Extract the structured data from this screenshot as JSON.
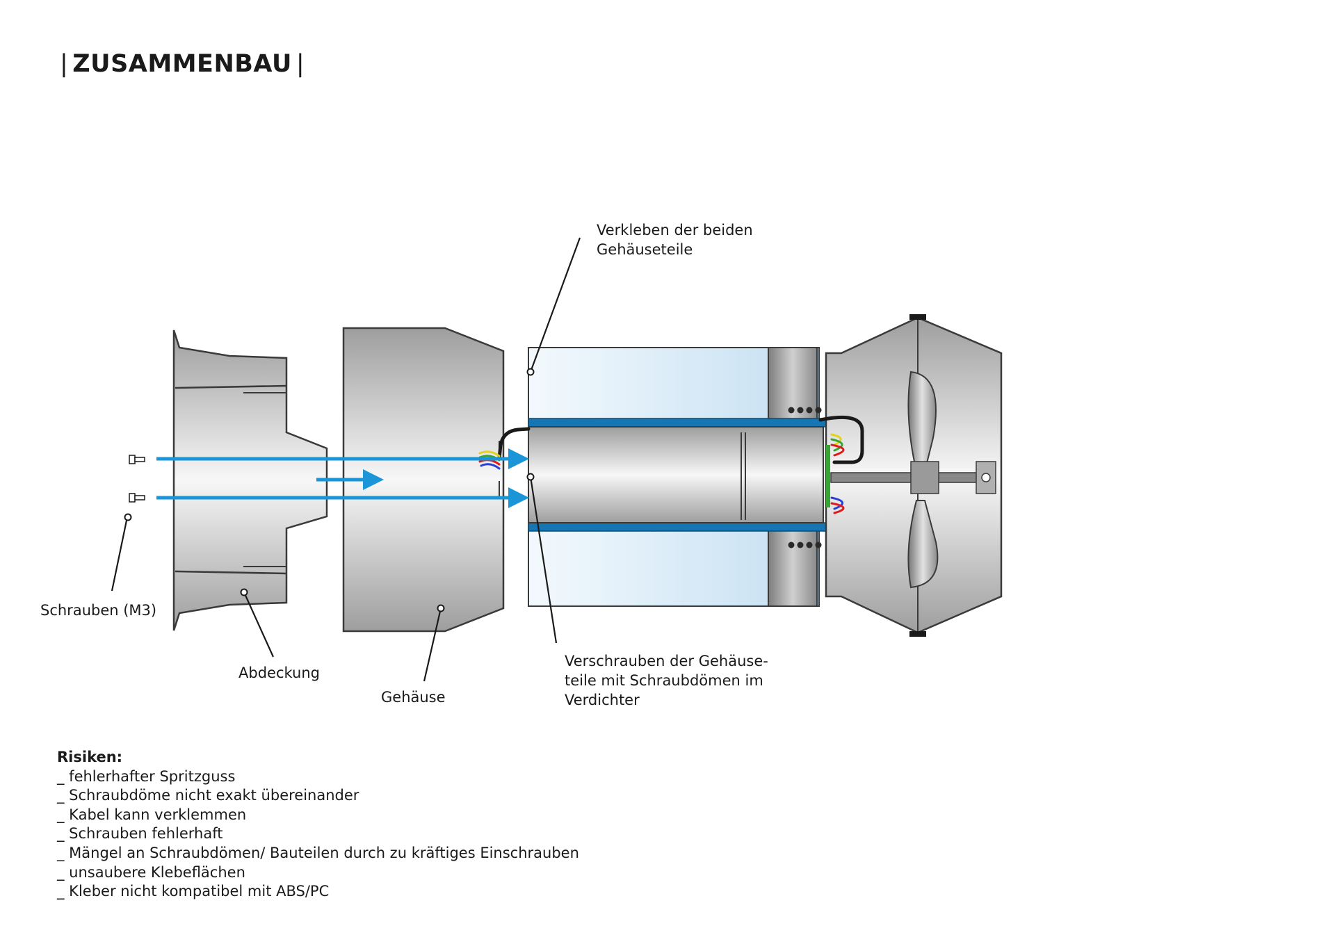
{
  "title": "ZUSAMMENBAU",
  "title_bar": "|",
  "labels": {
    "verkleben_line1": "Verkleben der beiden",
    "verkleben_line2": "Gehäuseteile",
    "schrauben": "Schrauben (M3)",
    "abdeckung": "Abdeckung",
    "gehaeuse": "Gehäuse",
    "verschrauben_line1": "Verschrauben der Gehäuse-",
    "verschrauben_line2": "teile mit Schraubdömen im",
    "verschrauben_line3": "Verdichter"
  },
  "risks": {
    "heading": "Risiken:",
    "items": [
      "_ fehlerhafter Spritzguss",
      "_ Schraubdöme nicht exakt übereinander",
      "_ Kabel kann verklemmen",
      "_ Schrauben fehlerhaft",
      "_ Mängel an Schraubdömen/ Bauteilen durch zu kräftiges Einschrauben",
      "_ unsaubere Klebeflächen",
      "_ Kleber nicht kompatibel mit ABS/PC"
    ]
  },
  "colors": {
    "arrow": "#1a96d8",
    "shell_blue": "#1676b3",
    "wire_yellow": "#e3d21d",
    "wire_green": "#36a532",
    "wire_red": "#e01a1a",
    "wire_blue": "#2a3fd6"
  }
}
